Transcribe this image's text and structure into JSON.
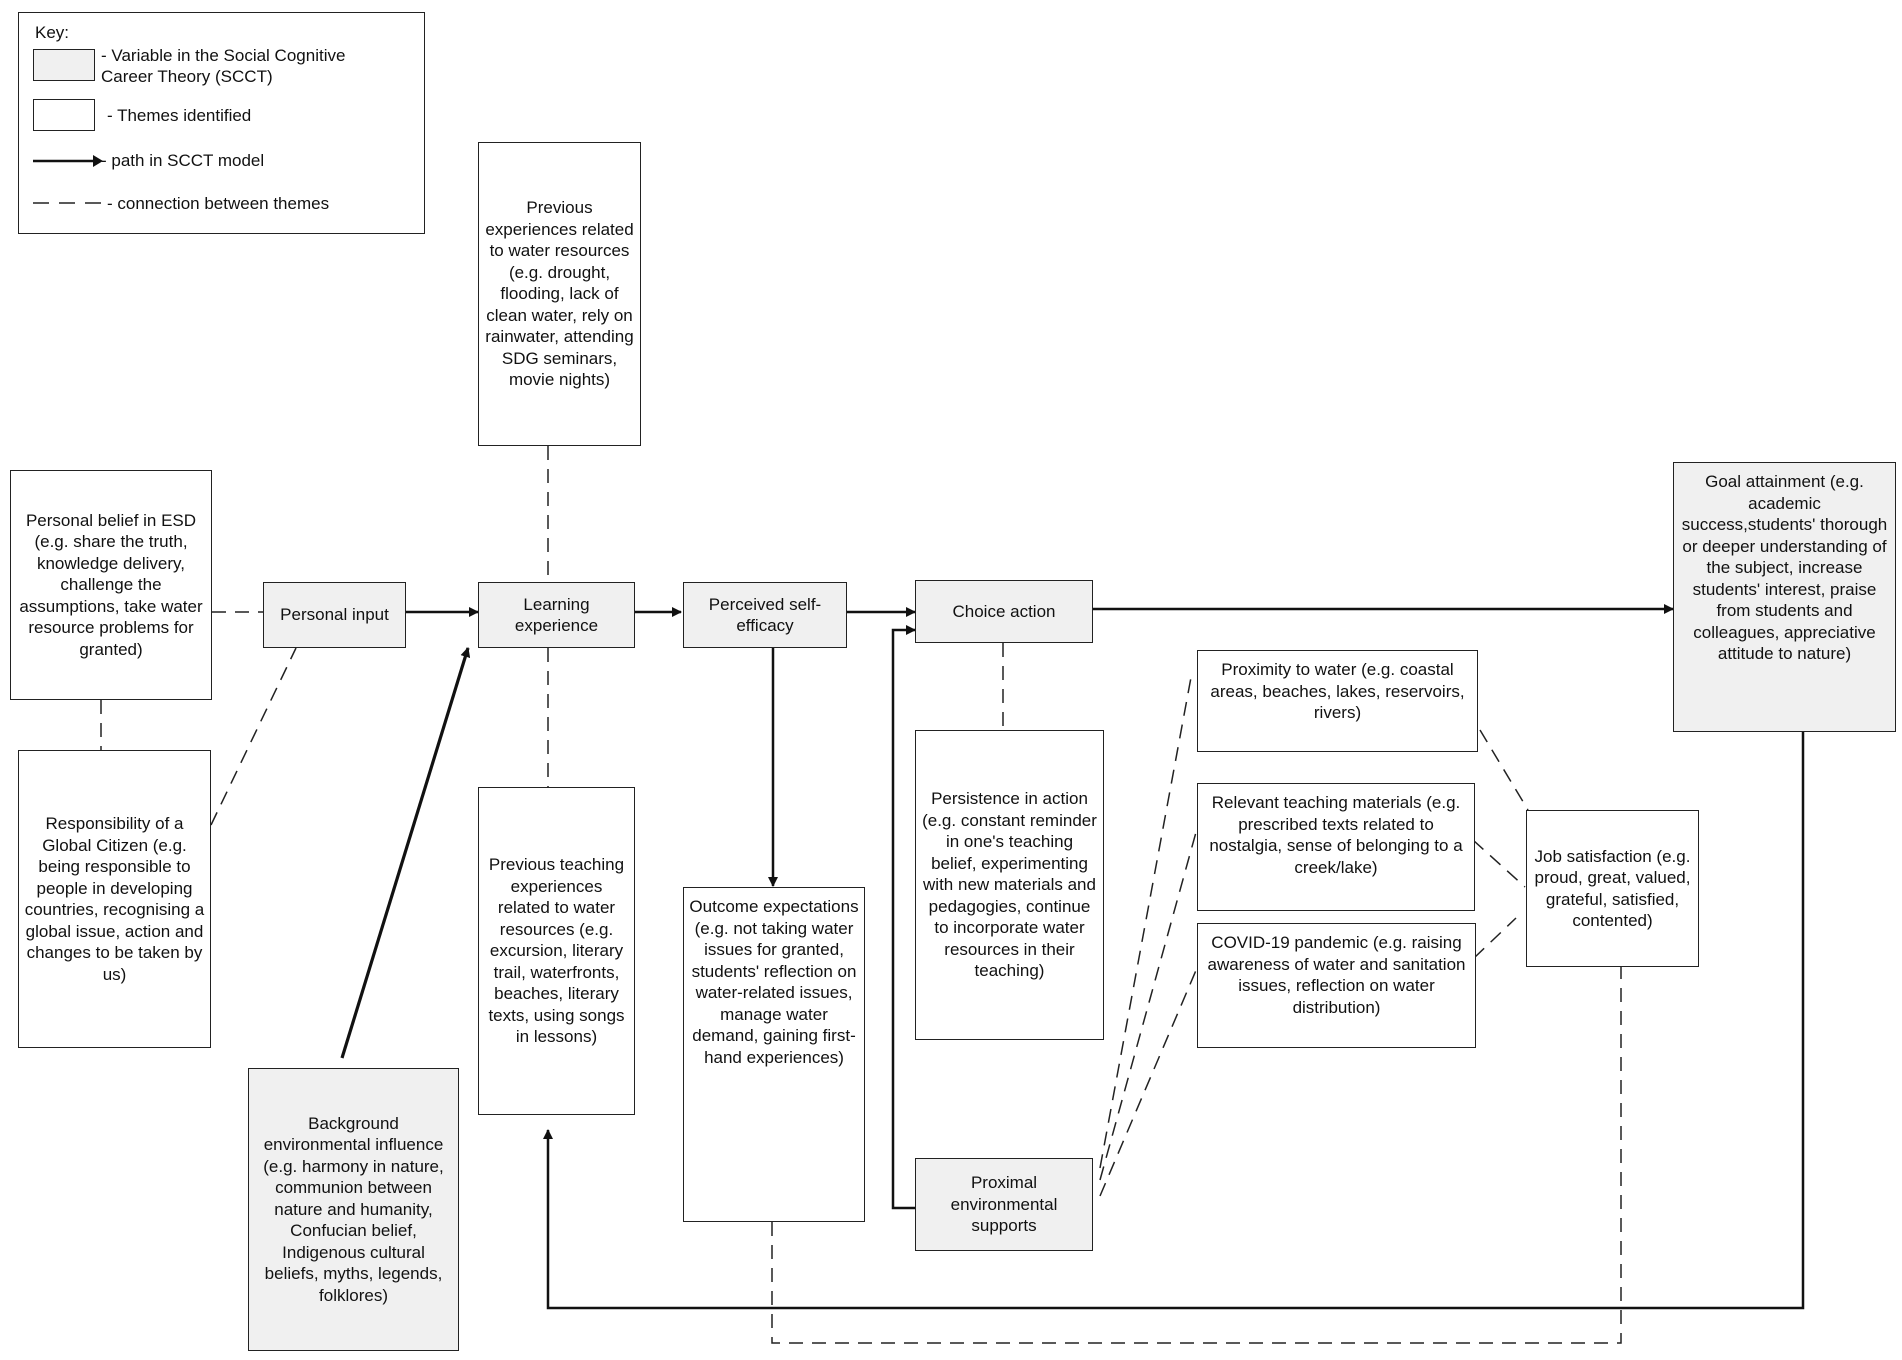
{
  "key": {
    "title": "Key:",
    "scct_variable": "- Variable in the Social Cognitive Career Theory (SCCT)",
    "themes": "- Themes identified",
    "path": "- path in SCCT model",
    "connection": "- connection between themes"
  },
  "nodes": {
    "personal_belief": "Personal belief in ESD (e.g. share the truth, knowledge delivery, challenge the assumptions, take water resource problems for granted)",
    "responsibility": "Responsibility of a Global Citizen (e.g. being responsible to people in developing countries, recognising a global issue, action and changes to be taken by us)",
    "personal_input": "Personal input",
    "background": "Background environmental influence (e.g. harmony in nature, communion between nature and humanity, Confucian belief, Indigenous cultural beliefs, myths, legends, folklores)",
    "prev_experiences": "Previous experiences related to water resources (e.g. drought, flooding, lack of clean water, rely on rainwater, attending SDG seminars, movie nights)",
    "learning": "Learning experience",
    "prev_teaching": "Previous teaching experiences related to water resources (e.g. excursion, literary trail, waterfronts, beaches, literary texts, using songs in lessons)",
    "self_efficacy": "Perceived self-efficacy",
    "outcome": "Outcome expectations (e.g. not taking water issues for granted, students' reflection on water-related issues, manage water demand, gaining first-hand experiences)",
    "choice": "Choice action",
    "persistence": "Persistence in action (e.g. constant reminder in one's teaching belief, experimenting with new materials and pedagogies, continue to incorporate water resources in their teaching)",
    "proximal": "Proximal environmental supports",
    "proximity": "Proximity to water (e.g. coastal areas, beaches, lakes, reservoirs, rivers)",
    "materials": "Relevant teaching materials (e.g. prescribed texts related to nostalgia, sense of belonging to a creek/lake)",
    "covid": "COVID-19 pandemic (e.g. raising awareness of water and sanitation issues, reflection on water distribution)",
    "job": "Job satisfaction (e.g. proud, great, valued, grateful, satisfied, contented)",
    "goal": "Goal attainment (e.g. academic success,students' thorough or deeper understanding of the subject, increase students' interest, praise from students and colleagues, appreciative attitude to nature)"
  }
}
